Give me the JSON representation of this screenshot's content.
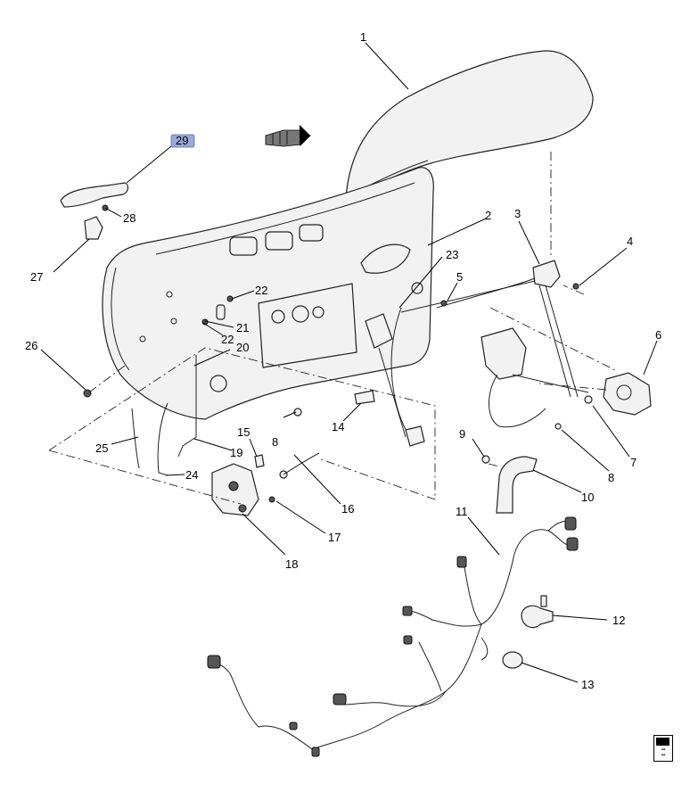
{
  "callouts": {
    "c1": "1",
    "c2": "2",
    "c3": "3",
    "c4": "4",
    "c5": "5",
    "c6": "6",
    "c7": "7",
    "c8a": "8",
    "c8b": "8",
    "c9": "9",
    "c10": "10",
    "c11": "11",
    "c12": "12",
    "c13": "13",
    "c14": "14",
    "c15": "15",
    "c16": "16",
    "c17": "17",
    "c18": "18",
    "c19": "19",
    "c20": "20",
    "c21": "21",
    "c22a": "22",
    "c22b": "22",
    "c23": "23",
    "c24": "24",
    "c25": "25",
    "c26": "26",
    "c27": "27",
    "c28": "28",
    "c29": "29"
  },
  "highlight_color": "#9aa9d6",
  "icons": [
    "front-direction-arrow-icon",
    "document-reference-icon"
  ]
}
